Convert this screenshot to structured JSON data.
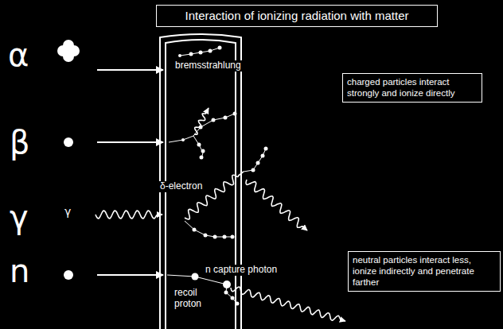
{
  "diagram": {
    "title": "Interaction of ionizing radiation with matter",
    "nodes": [
      {
        "text": [
          "charged particles interact strongly and ionize directly"
        ]
      },
      {
        "text": [
          "neutral particles interact less, ionize indirectly and penetrate farther"
        ]
      }
    ],
    "labels": [
      "α",
      "β",
      "γ",
      "n",
      "γ",
      "bremsstrahlung",
      "δ-electron",
      "recoil proton",
      "n capture photon"
    ]
  }
}
